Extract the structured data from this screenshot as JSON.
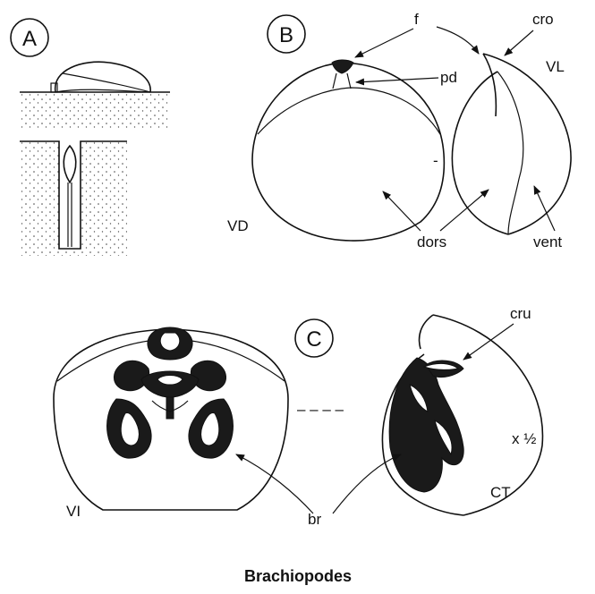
{
  "panels": {
    "a": "A",
    "b": "B",
    "c": "C"
  },
  "labels": {
    "f": "f",
    "cro": "cro",
    "pd": "pd",
    "vl": "VL",
    "vd": "VD",
    "dors": "dors",
    "vent": "vent",
    "cru": "cru",
    "scale": "x ½",
    "vi": "VI",
    "br": "br",
    "ct": "CT"
  },
  "caption": "Brachiopodes",
  "colors": {
    "ink": "#111111",
    "background": "#ffffff"
  }
}
